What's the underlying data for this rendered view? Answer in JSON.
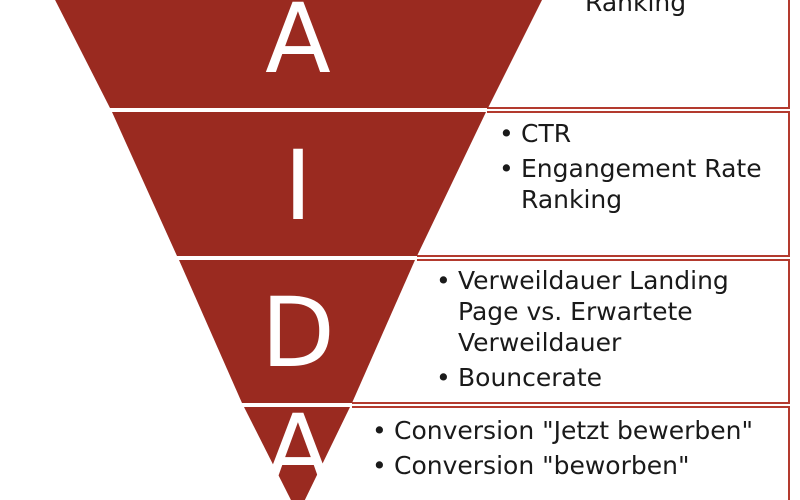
{
  "stages": [
    {
      "letter": "A",
      "items": [
        {
          "text": "Ranking",
          "bullet": false
        }
      ]
    },
    {
      "letter": "I",
      "items": [
        {
          "text": "CTR",
          "bullet": true
        },
        {
          "text": "Engangement Rate\nRanking",
          "bullet": true
        }
      ]
    },
    {
      "letter": "D",
      "items": [
        {
          "text": "Verweildauer Landing Page vs. Erwartete Verweildauer",
          "bullet": true
        },
        {
          "text": "Bouncerate",
          "bullet": true
        }
      ]
    },
    {
      "letter": "A",
      "items": [
        {
          "text": "Conversion \"Jetzt bewerben\"",
          "bullet": true
        },
        {
          "text": "Conversion \"beworben\"",
          "bullet": true
        }
      ]
    }
  ],
  "colors": {
    "funnel_fill": "#9a2a20",
    "divider": "#ffffff",
    "box_border": "#b33a2e",
    "text": "#1a1a1a"
  }
}
